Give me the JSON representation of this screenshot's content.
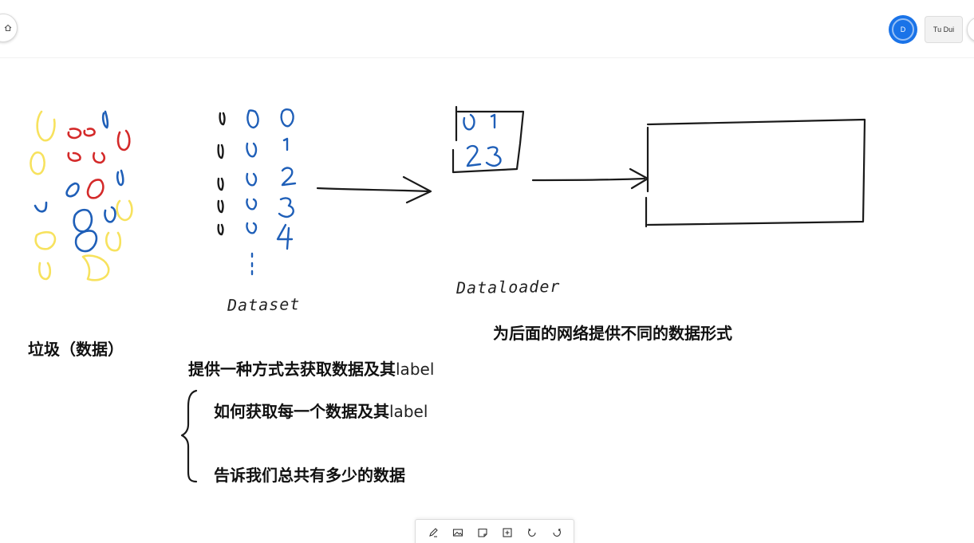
{
  "participants": {
    "me_initial": "D",
    "other_name": "Tu Dui"
  },
  "labels": {
    "garbage": "垃圾（数据）",
    "dataset": "Dataset",
    "dataloader": "Dataloader"
  },
  "notes": {
    "dataloader_desc": "为后面的网络提供不同的数据形式",
    "dataset_desc_main": "提供一种方式去获取数据及其",
    "dataset_desc_suffix": "label",
    "point1_main": "如何获取每一个数据及其",
    "point1_suffix": "label",
    "point2": "告诉我们总共有多少的数据"
  },
  "sketch": {
    "dataset_col3_values": [
      "0",
      "1",
      "2",
      "3",
      "4",
      "⋮"
    ],
    "loader_box_values": [
      "0",
      "1",
      "2",
      "3"
    ]
  },
  "colors": {
    "yellow": "#f7e25e",
    "red": "#d42a2a",
    "blue": "#1f5fb8",
    "ink": "#1a1a1a",
    "accent": "#1a73e8"
  },
  "toolbar": {
    "tools": [
      "pen-icon",
      "image-icon",
      "sticky-note-icon",
      "add-box-icon",
      "undo-icon",
      "redo-icon"
    ]
  }
}
